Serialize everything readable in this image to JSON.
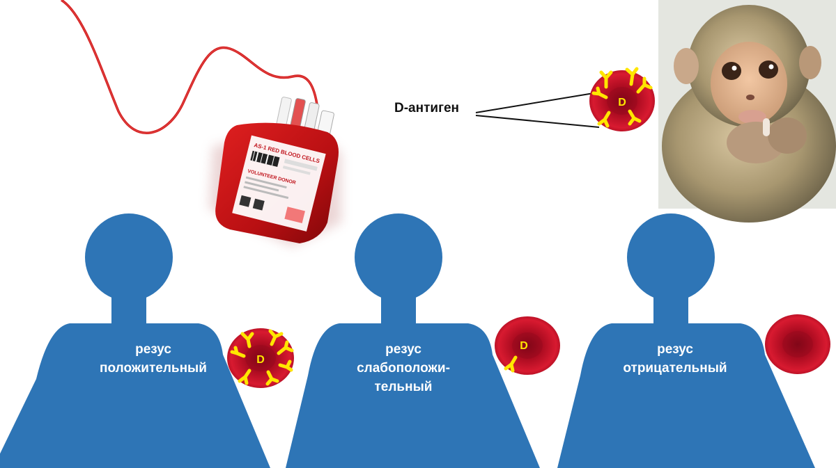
{
  "antigen_label": "D-антиген",
  "antigen_letter": "D",
  "colors": {
    "silhouette": "#2e75b6",
    "rbc": "#c8102e",
    "rbc_dark": "#8e0a1e",
    "antigen": "#ffe600",
    "blood_tube": "#d41a1a"
  },
  "people": [
    {
      "id": "positive",
      "lines": [
        "резус",
        "положительный"
      ],
      "antigen_count": "many"
    },
    {
      "id": "weak",
      "lines": [
        "резус",
        "слабоположи-",
        "тельный"
      ],
      "antigen_count": "one"
    },
    {
      "id": "negative",
      "lines": [
        "резус",
        "отрицательный"
      ],
      "antigen_count": "none"
    }
  ],
  "images": {
    "blood_bag": {
      "label_texts": [
        "AS-1 RED BLOOD CELLS",
        "VOLUNTEER DONOR"
      ]
    },
    "monkey": {
      "description_icon": "rhesus-monkey-photo"
    }
  }
}
